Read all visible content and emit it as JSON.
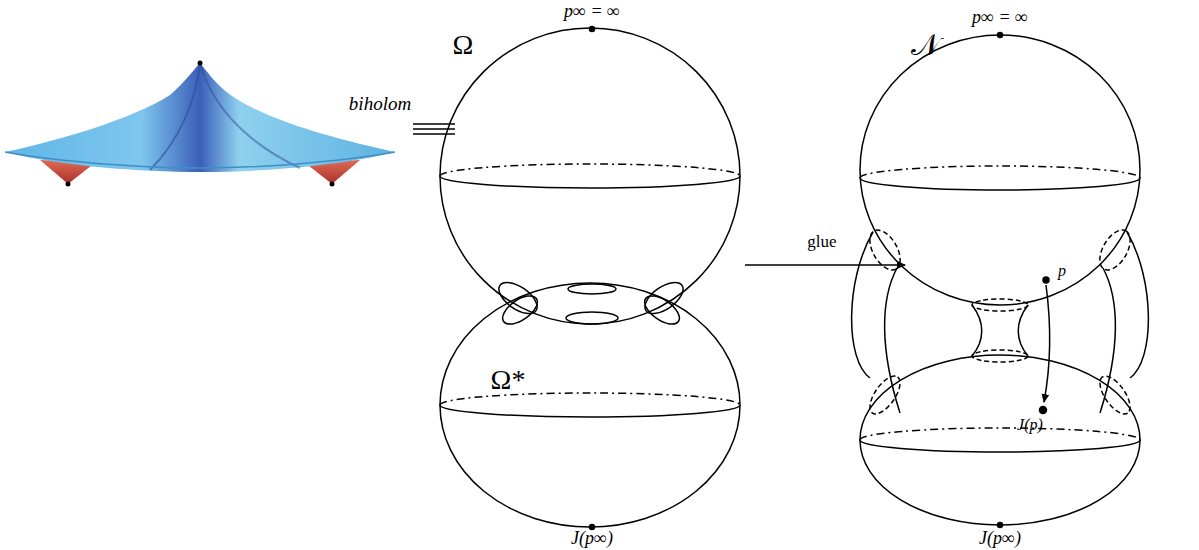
{
  "diagram": {
    "labels": [
      "p∞ = ∞",
      "Ω",
      "biholom",
      "Ω*",
      "J(p∞)",
      "glue",
      "p∞ = ∞",
      "𝒩",
      "p",
      "J(p)",
      "J(p∞)"
    ]
  }
}
